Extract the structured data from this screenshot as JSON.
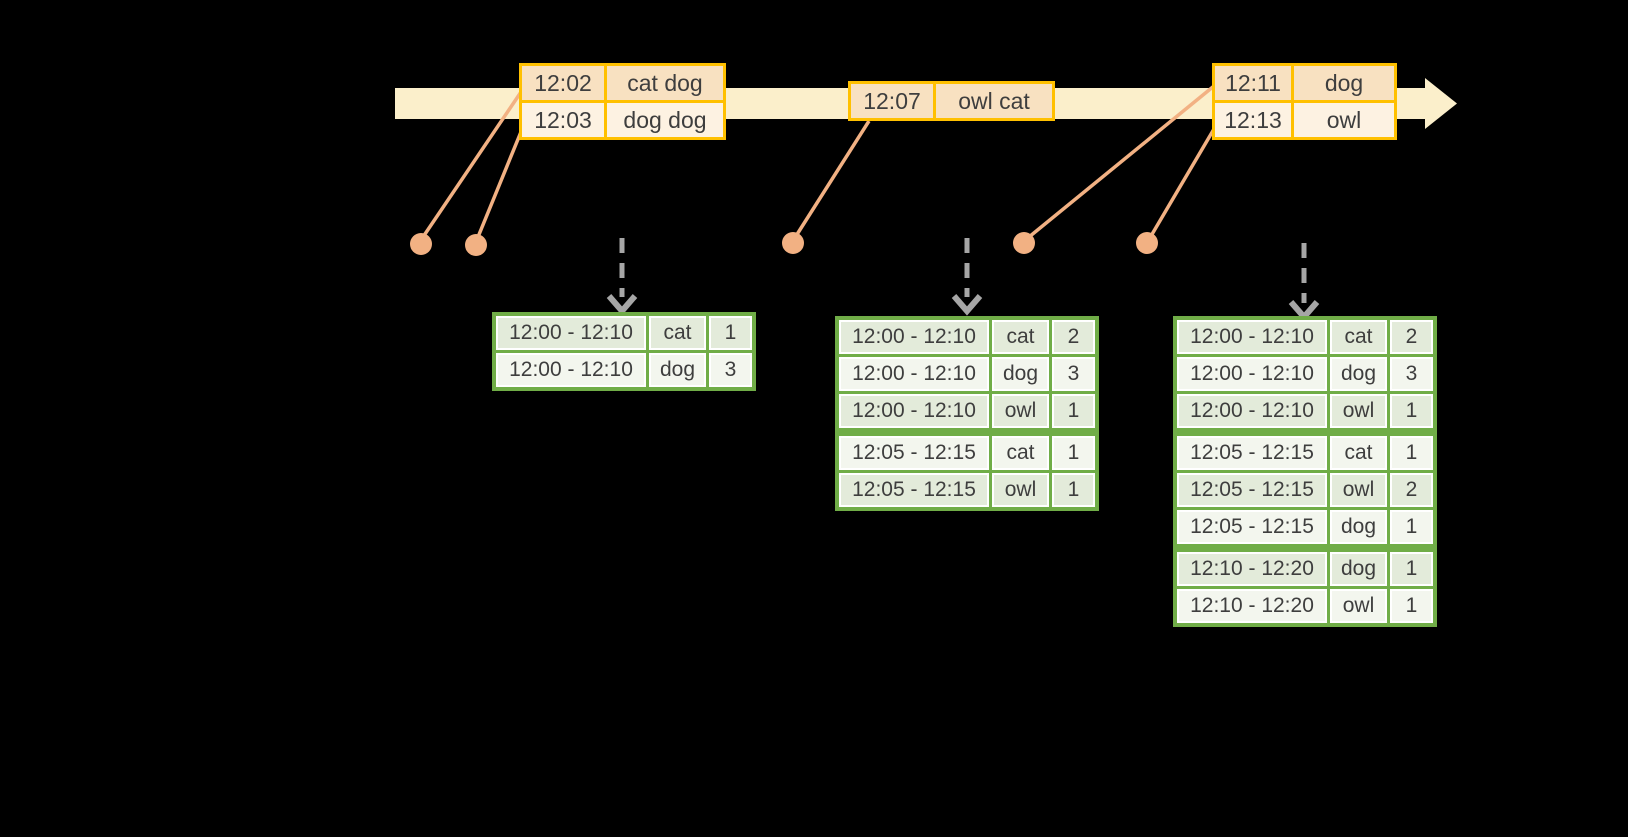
{
  "diagram": {
    "description": "streaming windowed word-count timeline",
    "colors": {
      "background": "#000000",
      "timeline_band": "#FBEFCB",
      "event_table_border": "#FFC000",
      "event_row_dark": "#F8E1C1",
      "event_row_light": "#FDF2E2",
      "connector": "#F2B183",
      "trigger_arrow": "#A6A6A6",
      "result_table_border": "#70AD47",
      "result_row_dark": "#E3EBDA",
      "result_row_light": "#F3F6EE",
      "text": "#3E3E3E"
    }
  },
  "event_batches": [
    {
      "rows": [
        {
          "time": "12:02",
          "words": "cat dog"
        },
        {
          "time": "12:03",
          "words": "dog dog"
        }
      ]
    },
    {
      "rows": [
        {
          "time": "12:07",
          "words": "owl cat"
        }
      ]
    },
    {
      "rows": [
        {
          "time": "12:11",
          "words": "dog"
        },
        {
          "time": "12:13",
          "words": "owl"
        }
      ]
    }
  ],
  "result_tables": [
    {
      "rows": [
        {
          "window": "12:00 - 12:10",
          "word": "cat",
          "count": "1"
        },
        {
          "window": "12:00 - 12:10",
          "word": "dog",
          "count": "3"
        }
      ]
    },
    {
      "rows": [
        {
          "window": "12:00 - 12:10",
          "word": "cat",
          "count": "2"
        },
        {
          "window": "12:00 - 12:10",
          "word": "dog",
          "count": "3"
        },
        {
          "window": "12:00 - 12:10",
          "word": "owl",
          "count": "1"
        },
        {
          "window": "12:05 - 12:15",
          "word": "cat",
          "count": "1"
        },
        {
          "window": "12:05 - 12:15",
          "word": "owl",
          "count": "1"
        }
      ]
    },
    {
      "rows": [
        {
          "window": "12:00 - 12:10",
          "word": "cat",
          "count": "2"
        },
        {
          "window": "12:00 - 12:10",
          "word": "dog",
          "count": "3"
        },
        {
          "window": "12:00 - 12:10",
          "word": "owl",
          "count": "1"
        },
        {
          "window": "12:05 - 12:15",
          "word": "cat",
          "count": "1"
        },
        {
          "window": "12:05 - 12:15",
          "word": "owl",
          "count": "2"
        },
        {
          "window": "12:05 - 12:15",
          "word": "dog",
          "count": "1"
        },
        {
          "window": "12:10 - 12:20",
          "word": "dog",
          "count": "1"
        },
        {
          "window": "12:10 - 12:20",
          "word": "owl",
          "count": "1"
        }
      ]
    }
  ]
}
